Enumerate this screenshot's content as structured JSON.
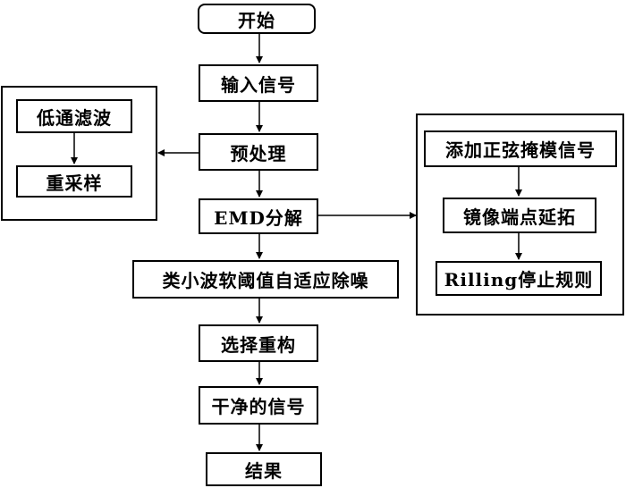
{
  "nodes": {
    "start": "开始",
    "input_signal": "输入信号",
    "preprocess": "预处理",
    "emd": "EMD分解",
    "denoise": "类小波软阈值自适应除噪",
    "select_reconstruct": "选择重构",
    "clean_signal": "干净的信号",
    "result": "结果"
  },
  "preprocess_group": {
    "lowpass": "低通滤波",
    "resample": "重采样"
  },
  "emd_group": {
    "add_mask": "添加正弦掩模信号",
    "mirror_extend": "镜像端点延拓",
    "rilling_rule": "Rilling停止规则"
  }
}
